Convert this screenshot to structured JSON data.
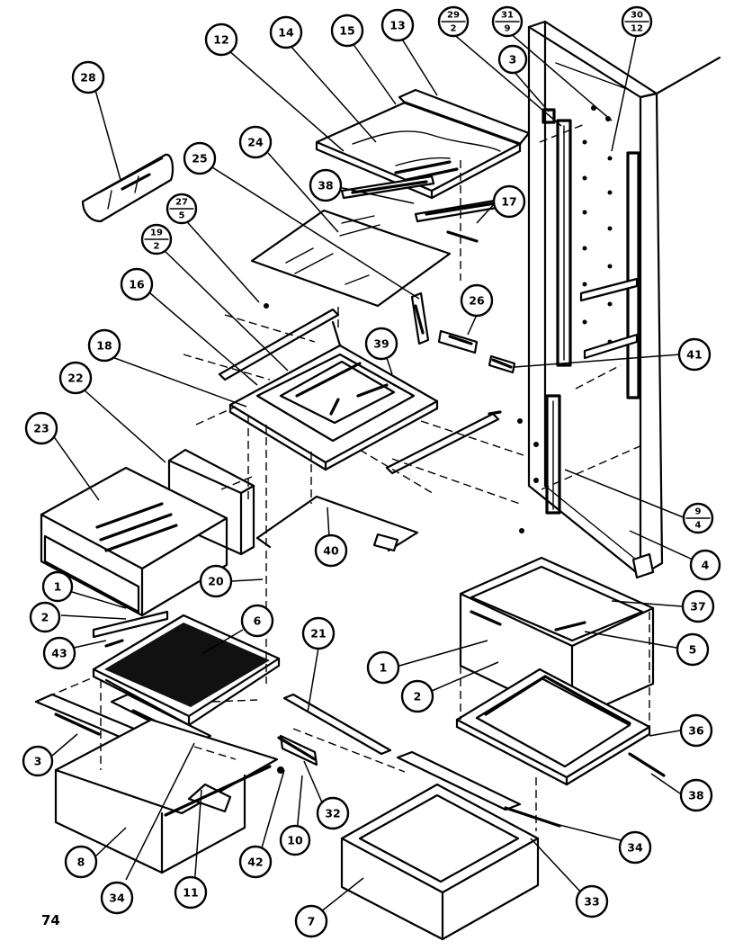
{
  "page_number": "74",
  "callouts": [
    {
      "id": "c28",
      "label": "28"
    },
    {
      "id": "c12",
      "label": "12"
    },
    {
      "id": "c14",
      "label": "14"
    },
    {
      "id": "c15",
      "label": "15"
    },
    {
      "id": "c13",
      "label": "13"
    },
    {
      "id": "c29",
      "top": "29",
      "bottom": "2"
    },
    {
      "id": "c31",
      "top": "31",
      "bottom": "9"
    },
    {
      "id": "c30",
      "top": "30",
      "bottom": "12"
    },
    {
      "id": "c3a",
      "label": "3"
    },
    {
      "id": "c24",
      "label": "24"
    },
    {
      "id": "c25",
      "label": "25"
    },
    {
      "id": "c38a",
      "label": "38"
    },
    {
      "id": "c17",
      "label": "17"
    },
    {
      "id": "c27",
      "top": "27",
      "bottom": "5"
    },
    {
      "id": "c19",
      "top": "19",
      "bottom": "2"
    },
    {
      "id": "c16",
      "label": "16"
    },
    {
      "id": "c26",
      "label": "26"
    },
    {
      "id": "c18",
      "label": "18"
    },
    {
      "id": "c39",
      "label": "39"
    },
    {
      "id": "c41",
      "label": "41"
    },
    {
      "id": "c22",
      "label": "22"
    },
    {
      "id": "c23",
      "label": "23"
    },
    {
      "id": "c9",
      "top": "9",
      "bottom": "4"
    },
    {
      "id": "c40",
      "label": "40"
    },
    {
      "id": "c4",
      "label": "4"
    },
    {
      "id": "c20",
      "label": "20"
    },
    {
      "id": "c37",
      "label": "37"
    },
    {
      "id": "c1a",
      "label": "1"
    },
    {
      "id": "c2a",
      "label": "2"
    },
    {
      "id": "c6",
      "label": "6"
    },
    {
      "id": "c21",
      "label": "21"
    },
    {
      "id": "c5",
      "label": "5"
    },
    {
      "id": "c43",
      "label": "43"
    },
    {
      "id": "c1b",
      "label": "1"
    },
    {
      "id": "c2b",
      "label": "2"
    },
    {
      "id": "c36",
      "label": "36"
    },
    {
      "id": "c3b",
      "label": "3"
    },
    {
      "id": "c38b",
      "label": "38"
    },
    {
      "id": "c32",
      "label": "32"
    },
    {
      "id": "c34a",
      "label": "34"
    },
    {
      "id": "c8",
      "label": "8"
    },
    {
      "id": "c10",
      "label": "10"
    },
    {
      "id": "c42",
      "label": "42"
    },
    {
      "id": "c11",
      "label": "11"
    },
    {
      "id": "c34b",
      "label": "34"
    },
    {
      "id": "c7",
      "label": "7"
    },
    {
      "id": "c33",
      "label": "33"
    }
  ]
}
